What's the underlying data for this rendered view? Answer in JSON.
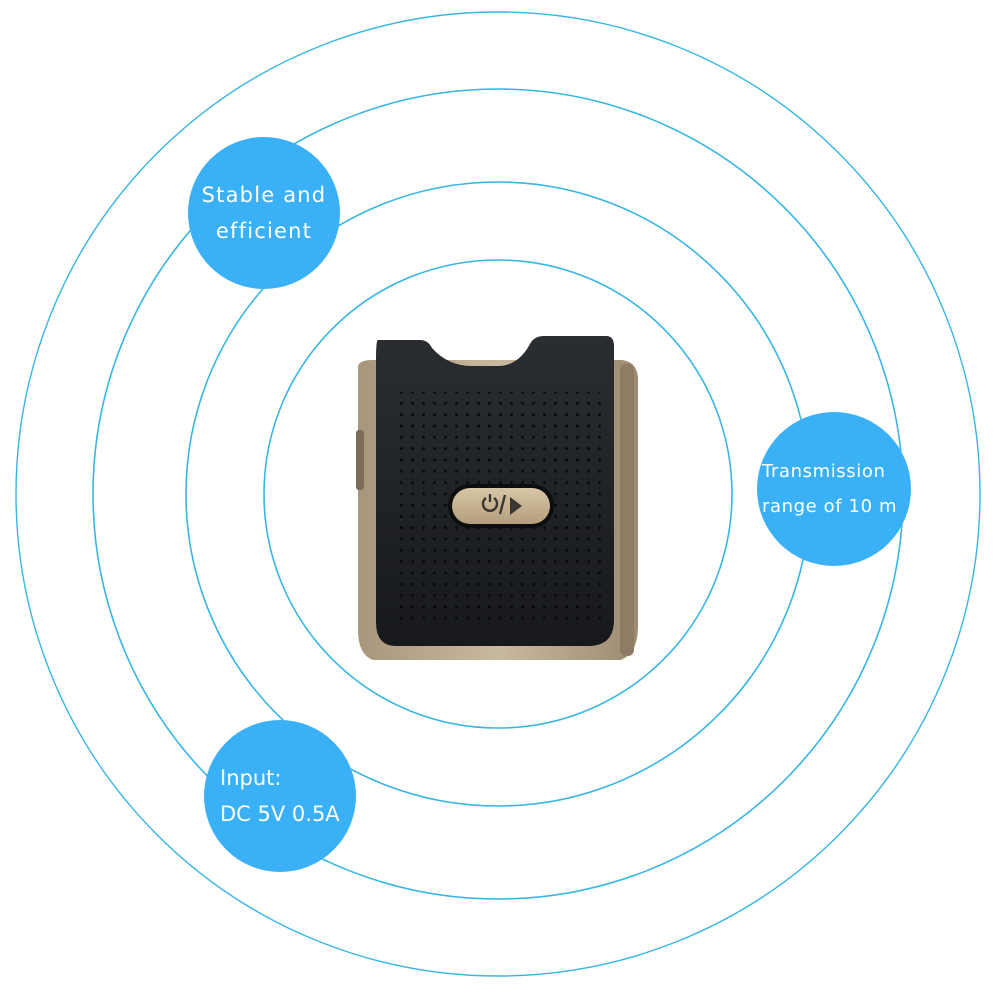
{
  "features": {
    "stable": {
      "line1": "Stable and",
      "line2": "efficient"
    },
    "range": {
      "line1": "Transmission",
      "line2": "range of 10 m"
    },
    "input": {
      "line1": "Input:",
      "line2": "DC 5V 0.5A"
    }
  },
  "colors": {
    "ring": "#38b6e3",
    "bubble": "#3ab0f6",
    "device_body": "#1e2124",
    "device_trim": "#b8a78d",
    "button": "#c9b596"
  },
  "icons": {
    "power_play": "power-play-icon"
  }
}
